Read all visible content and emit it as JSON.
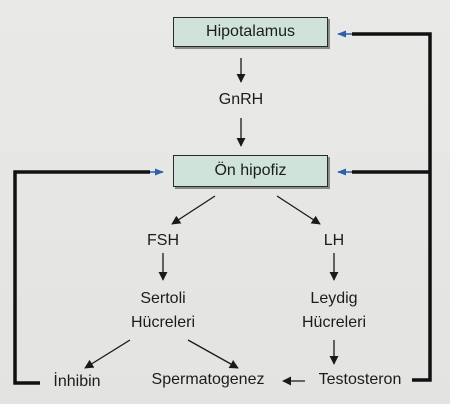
{
  "diagram": {
    "hypothalamus": "Hipotalamus",
    "gnrh": "GnRH",
    "anterior_pituitary": "Ön hipofiz",
    "fsh": "FSH",
    "lh": "LH",
    "sertoli_line1": "Sertoli",
    "sertoli_line2": "Hücreleri",
    "leydig_line1": "Leydig",
    "leydig_line2": "Hücreleri",
    "inhibin": "İnhibin",
    "spermatogenesis": "Spermatogenez",
    "testosterone": "Testosteron"
  },
  "colors": {
    "box_fill": "#cfe3da",
    "feedback_arrowhead": "#2f5fa8",
    "line": "#1a1a1a"
  }
}
